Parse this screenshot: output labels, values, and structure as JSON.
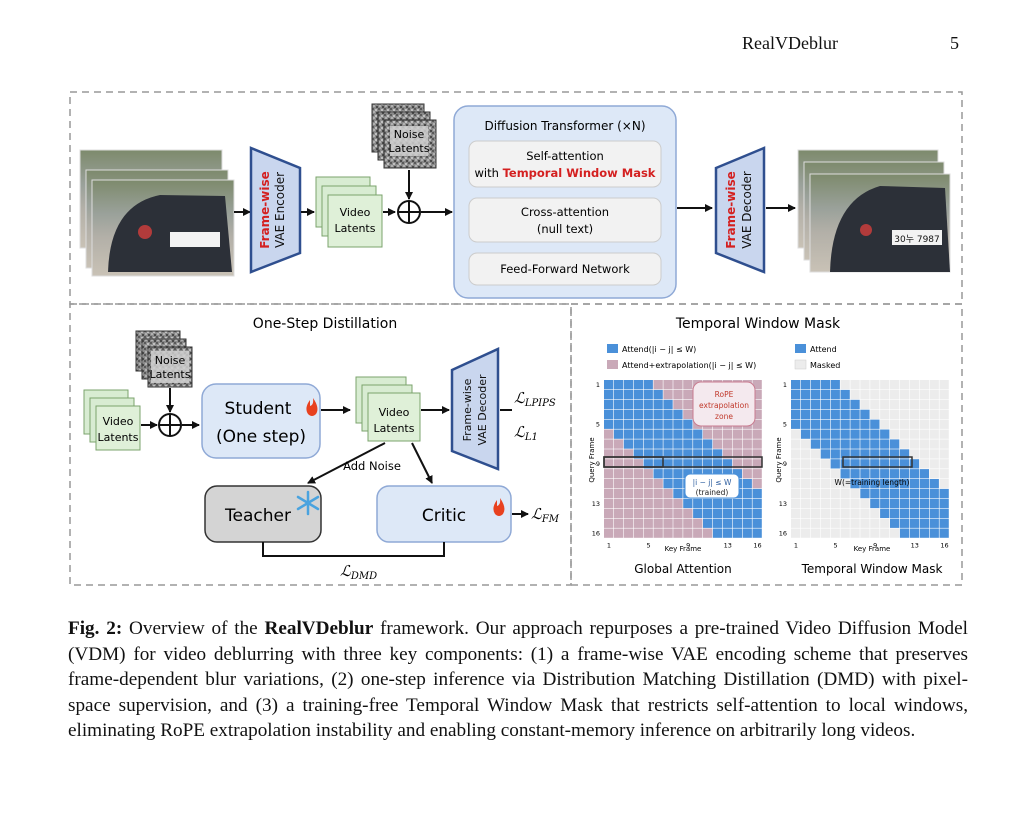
{
  "header": {
    "running_title": "RealVDeblur",
    "page_number": "5"
  },
  "top_panel": {
    "encoder": {
      "highlight": "Frame-wise",
      "label": "VAE Encoder"
    },
    "noise_latents": [
      "Noise",
      "Latents"
    ],
    "video_latents": [
      "Video",
      "Latents"
    ],
    "transformer": {
      "title": "Diffusion Transformer (×N)",
      "self_attention_line1": "Self-attention",
      "self_attention_prefix": "with ",
      "self_attention_highlight": "Temporal Window Mask",
      "cross_attention_line1": "Cross-attention",
      "cross_attention_line2": "(null text)",
      "ffn": "Feed-Forward Network"
    },
    "decoder": {
      "highlight": "Frame-wise",
      "label": "VAE Decoder"
    },
    "plate_text": "30누 7987"
  },
  "distillation_panel": {
    "title": "One-Step Distillation",
    "noise_latents": [
      "Noise",
      "Latents"
    ],
    "video_latents_in": [
      "Video",
      "Latents"
    ],
    "student": [
      "Student",
      "(One step)"
    ],
    "video_latents_out": [
      "Video",
      "Latents"
    ],
    "decoder": [
      "Frame-wise",
      "VAE Decoder"
    ],
    "loss_lpips": "LPIPS",
    "loss_l1": "L1",
    "add_noise": "Add Noise",
    "teacher": "Teacher",
    "critic": "Critic",
    "loss_fm": "FM",
    "loss_dmd": "DMD"
  },
  "mask_panel": {
    "title": "Temporal Window Mask",
    "left_chart": {
      "legend_attend": "Attend(|i − j| ≤ W)",
      "legend_extrap": "Attend+extrapolation(|i − j| ≤ W)",
      "rope_box": [
        "RoPE",
        "extrapolation",
        "zone"
      ],
      "trained_box": [
        "|i − j| ≤ W",
        "(trained)"
      ],
      "caption": "Global Attention"
    },
    "right_chart": {
      "legend_attend": "Attend",
      "legend_masked": "Masked",
      "window_label": "W(=training length)",
      "caption": "Temporal Window Mask"
    },
    "xlabel": "Key Frame",
    "ylabel": "Query Frame",
    "ticks": [
      "1",
      "5",
      "9",
      "13",
      "16"
    ],
    "colors": {
      "attend": "#4a90d9",
      "extrapolation": "#c9a9b8",
      "masked": "#ececec"
    }
  },
  "chart_data": [
    {
      "type": "heatmap",
      "title": "Global Attention",
      "xlabel": "Key Frame",
      "ylabel": "Query Frame",
      "size": 16,
      "window": 4,
      "cells": "attend where |i − j| ≤ W, attend+extrapolation elsewhere"
    },
    {
      "type": "heatmap",
      "title": "Temporal Window Mask",
      "xlabel": "Key Frame",
      "ylabel": "Query Frame",
      "size": 16,
      "window": 4,
      "cells": "attend where |i − j| ≤ W, masked elsewhere"
    }
  ],
  "caption": {
    "label": "Fig. 2:",
    "intro": " Overview of the ",
    "name": "RealVDeblur",
    "body": " framework. Our approach repurposes a pre-trained Video Diffusion Model (VDM) for video deblurring with three key components: (1) a frame-wise VAE encoding scheme that preserves frame-dependent blur variations, (2) one-step inference via Distribution Matching Distillation (DMD) with pixel-space supervision, and (3) a training-free Temporal Window Mask that restricts self-attention to local windows, eliminating RoPE extrapolation instability and enabling constant-memory inference on arbitrarily long videos."
  }
}
